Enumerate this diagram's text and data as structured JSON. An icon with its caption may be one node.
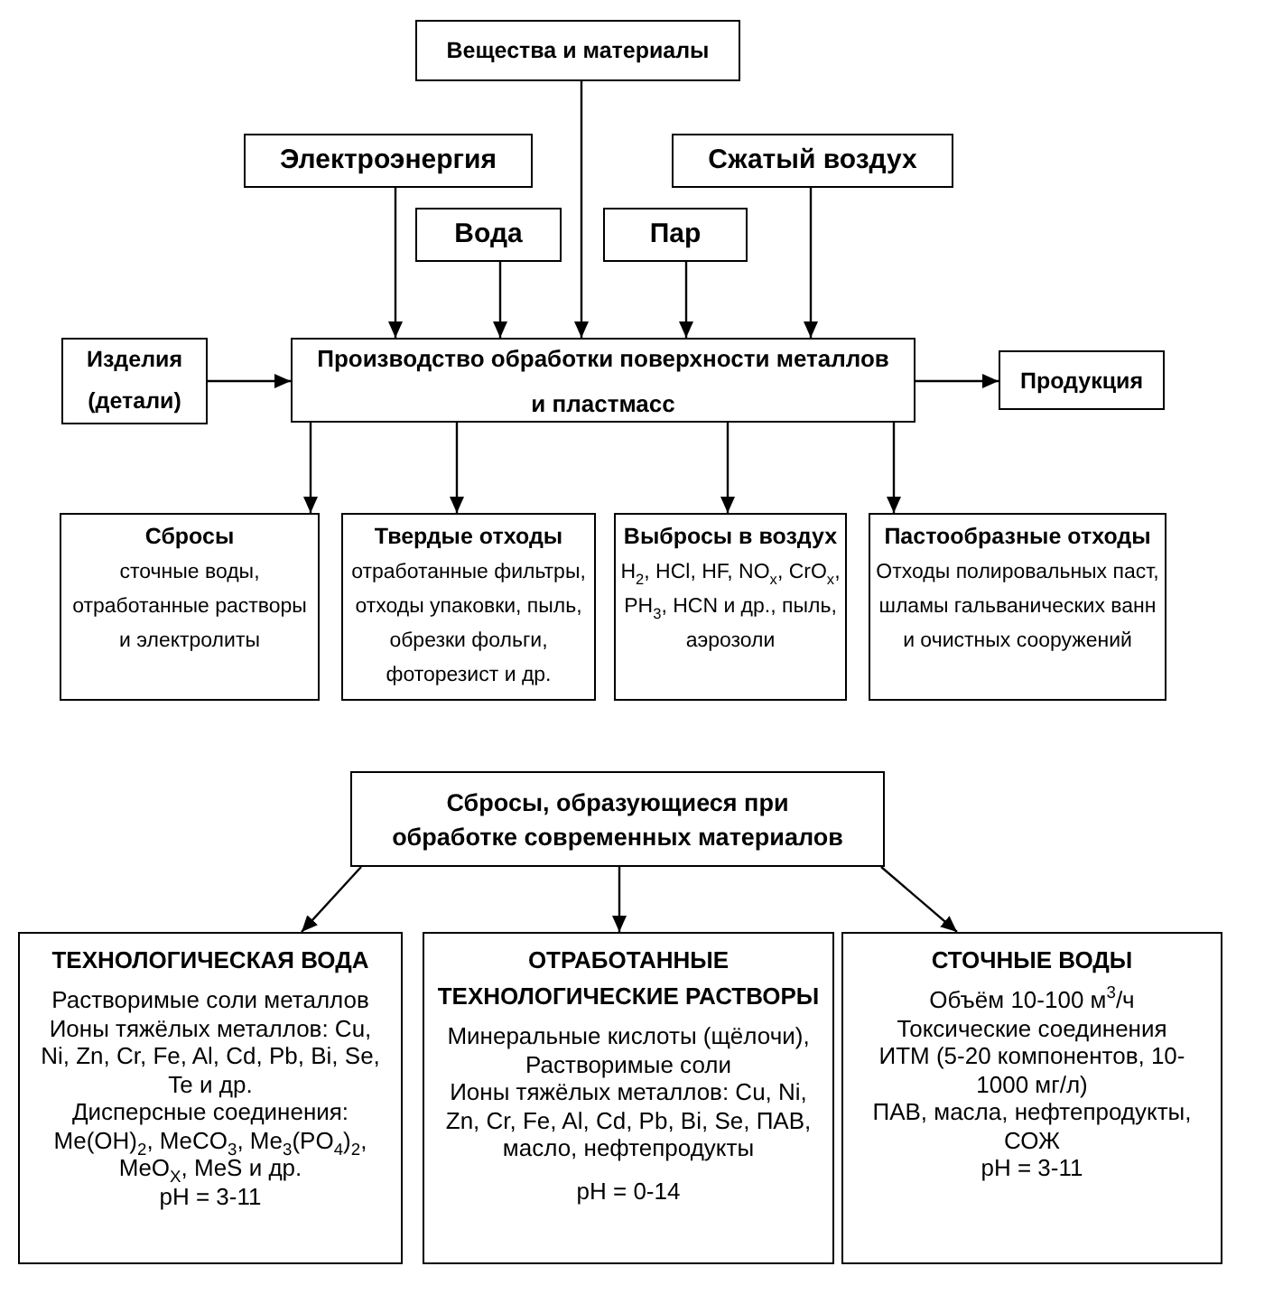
{
  "diagram": {
    "nodes": [
      {
        "text": [
          "Вещества и материалы"
        ]
      },
      {
        "text": [
          "Электроэнергия"
        ]
      },
      {
        "text": [
          "Сжатый воздух"
        ]
      },
      {
        "text": [
          "Вода"
        ]
      },
      {
        "text": [
          "Пар"
        ]
      },
      {
        "text": [
          "Изделия (детали)"
        ]
      },
      {
        "text": [
          "Производство обработки поверхности металлов и пластмасс"
        ]
      },
      {
        "text": [
          "Продукция"
        ]
      },
      {
        "text": [
          "Сбросы",
          "сточные воды, отработанные растворы и электролиты"
        ]
      },
      {
        "text": [
          "Твердые отходы",
          "отработанные фильтры, отходы упаковки, пыль, обрезки фольги, фоторезист и др."
        ]
      },
      {
        "text": [
          "Выбросы в воздух",
          "H$_{2}$, HCl, HF, NO$_{x}$, CrO$_{x}$, PH$_{3}$, HCN и др., пыль, аэрозоли"
        ]
      },
      {
        "text": [
          "Пастообразные отходы",
          "Отходы полировальных паст, шламы гальванических ванн и очистных сооружений"
        ]
      },
      {
        "text": [
          "Сбросы, образующиеся при обработке современных материалов"
        ]
      },
      {
        "text": [
          "ТЕХНОЛОГИЧЕСКАЯ ВОДА",
          "Растворимые соли металлов",
          "Ионы тяжёлых металлов: Cu, Ni, Zn, Cr, Fe, Al, Cd, Pb, Bi, Se, Te и др.",
          "Дисперсные соединения: Me(OH)$_{2}$, MeCO$_{3}$, Me$_{3}$(PO$_{4}$)$_{2}$, MeO$_{X}$, MeS и др.",
          "pH = 3-11"
        ]
      },
      {
        "text": [
          "ОТРАБОТАННЫЕ ТЕХНОЛОГИЧЕСКИЕ РАСТВОРЫ",
          "Минеральные кислоты (щёлочи),",
          "Растворимые соли",
          "Ионы тяжёлых металлов: Cu, Ni, Zn, Cr, Fe, Al, Cd, Pb, Bi, Se, ПАВ, масло, нефтепродукты",
          "pH = 0-14"
        ]
      },
      {
        "text": [
          "СТОЧНЫЕ ВОДЫ",
          "Объём 10-100 м$^{3}$/ч",
          "Токсические соединения",
          "ИТМ (5-20 компонентов, 10-1000 мг/л)",
          "ПАВ, масла, нефтепродукты, СОЖ",
          "pH = 3-11"
        ]
      }
    ],
    "edges": [
      {
        "from": 1,
        "to": 6,
        "arrow": "to"
      },
      {
        "from": 3,
        "to": 6,
        "arrow": "to"
      },
      {
        "from": 0,
        "to": 6,
        "arrow": "to"
      },
      {
        "from": 4,
        "to": 6,
        "arrow": "to"
      },
      {
        "from": 2,
        "to": 6,
        "arrow": "to"
      },
      {
        "from": 5,
        "to": 6,
        "arrow": "to"
      },
      {
        "from": 6,
        "to": 7,
        "arrow": "to"
      },
      {
        "from": 6,
        "to": 8,
        "arrow": "to"
      },
      {
        "from": 6,
        "to": 9,
        "arrow": "to"
      },
      {
        "from": 6,
        "to": 10,
        "arrow": "to"
      },
      {
        "from": 6,
        "to": 11,
        "arrow": "to"
      },
      {
        "from": 12,
        "to": 13,
        "arrow": "to"
      },
      {
        "from": 12,
        "to": 14,
        "arrow": "to"
      },
      {
        "from": 12,
        "to": 15,
        "arrow": "to"
      }
    ]
  }
}
